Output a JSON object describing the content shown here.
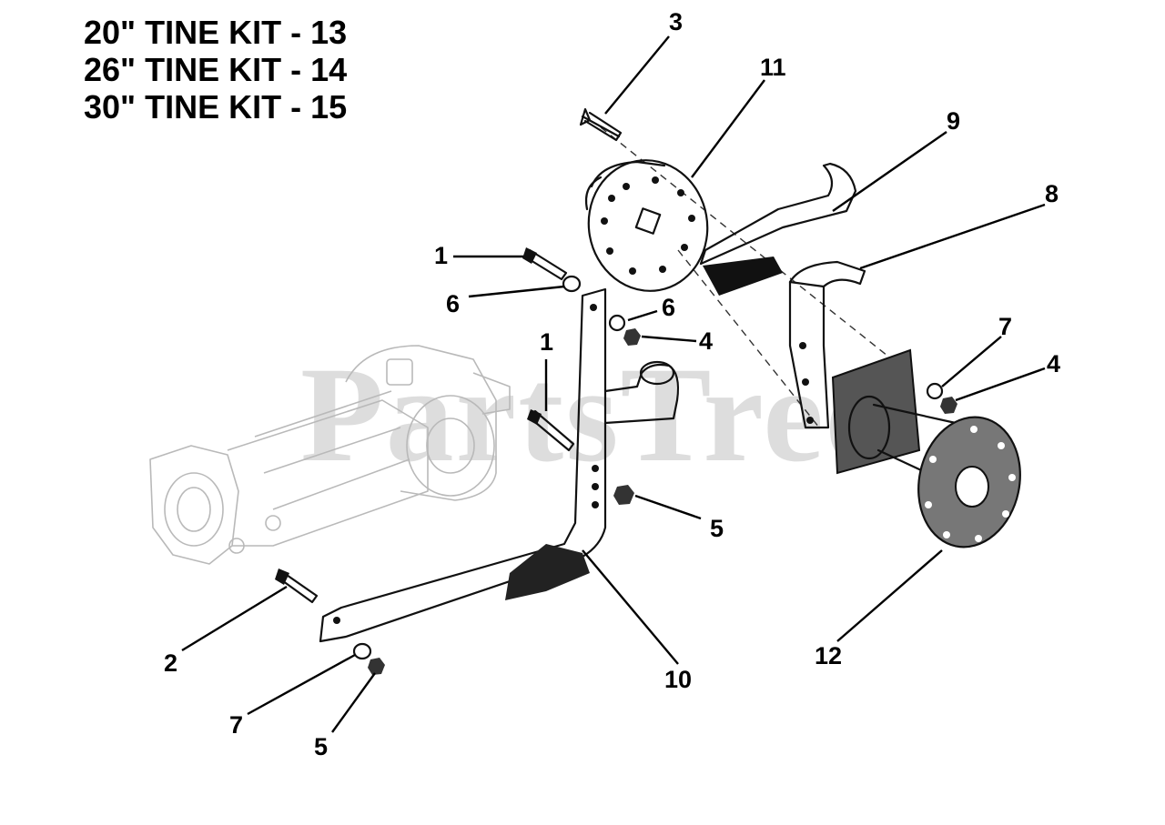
{
  "header": {
    "kits": [
      "20\" TINE KIT - 13",
      "26\" TINE KIT - 14",
      "30\" TINE KIT - 15"
    ]
  },
  "callouts": [
    "3",
    "11",
    "9",
    "8",
    "1",
    "6",
    "6",
    "4",
    "1",
    "7",
    "4",
    "5",
    "2",
    "10",
    "12",
    "7",
    "5"
  ],
  "watermark": "PartsTree"
}
